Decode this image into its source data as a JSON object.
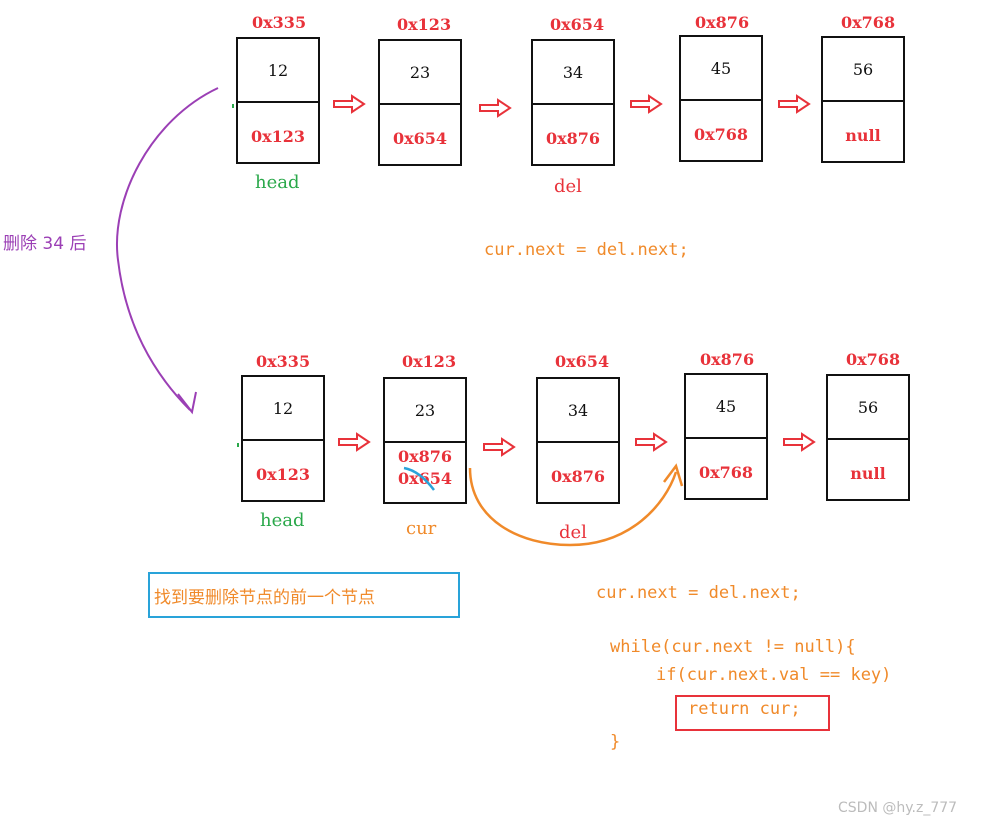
{
  "top_row": {
    "nodes": [
      {
        "addr": "0x335",
        "val": "12",
        "next": "0x123"
      },
      {
        "addr": "0x123",
        "val": "23",
        "next": "0x654"
      },
      {
        "addr": "0x654",
        "val": "34",
        "next": "0x876"
      },
      {
        "addr": "0x876",
        "val": "45",
        "next": "0x768"
      },
      {
        "addr": "0x768",
        "val": "56",
        "next": "null"
      }
    ],
    "head_label": "head",
    "del_label": "del",
    "code": "cur.next = del.next;"
  },
  "transition_label": "删除 34 后",
  "bottom_row": {
    "nodes": [
      {
        "addr": "0x335",
        "val": "12",
        "next": "0x123"
      },
      {
        "addr": "0x123",
        "val": "23",
        "next_new": "0x876",
        "next_old": "0x654"
      },
      {
        "addr": "0x654",
        "val": "34",
        "next": "0x876"
      },
      {
        "addr": "0x876",
        "val": "45",
        "next": "0x768"
      },
      {
        "addr": "0x768",
        "val": "56",
        "next": "null"
      }
    ],
    "head_label": "head",
    "cur_label": "cur",
    "del_label": "del",
    "code": "cur.next = del.next;"
  },
  "note": "找到要删除节点的前一个节点",
  "code_block": {
    "line1": "while(cur.next != null){",
    "line2": "if(cur.next.val == key)",
    "line3": "return cur;",
    "line4": "}"
  },
  "watermark": "CSDN @hy.z_777",
  "colors": {
    "red": "#e8323a",
    "green": "#2aa84a",
    "orange": "#f08a2a",
    "purple": "#9b3fb5",
    "blue": "#29a3d9"
  }
}
